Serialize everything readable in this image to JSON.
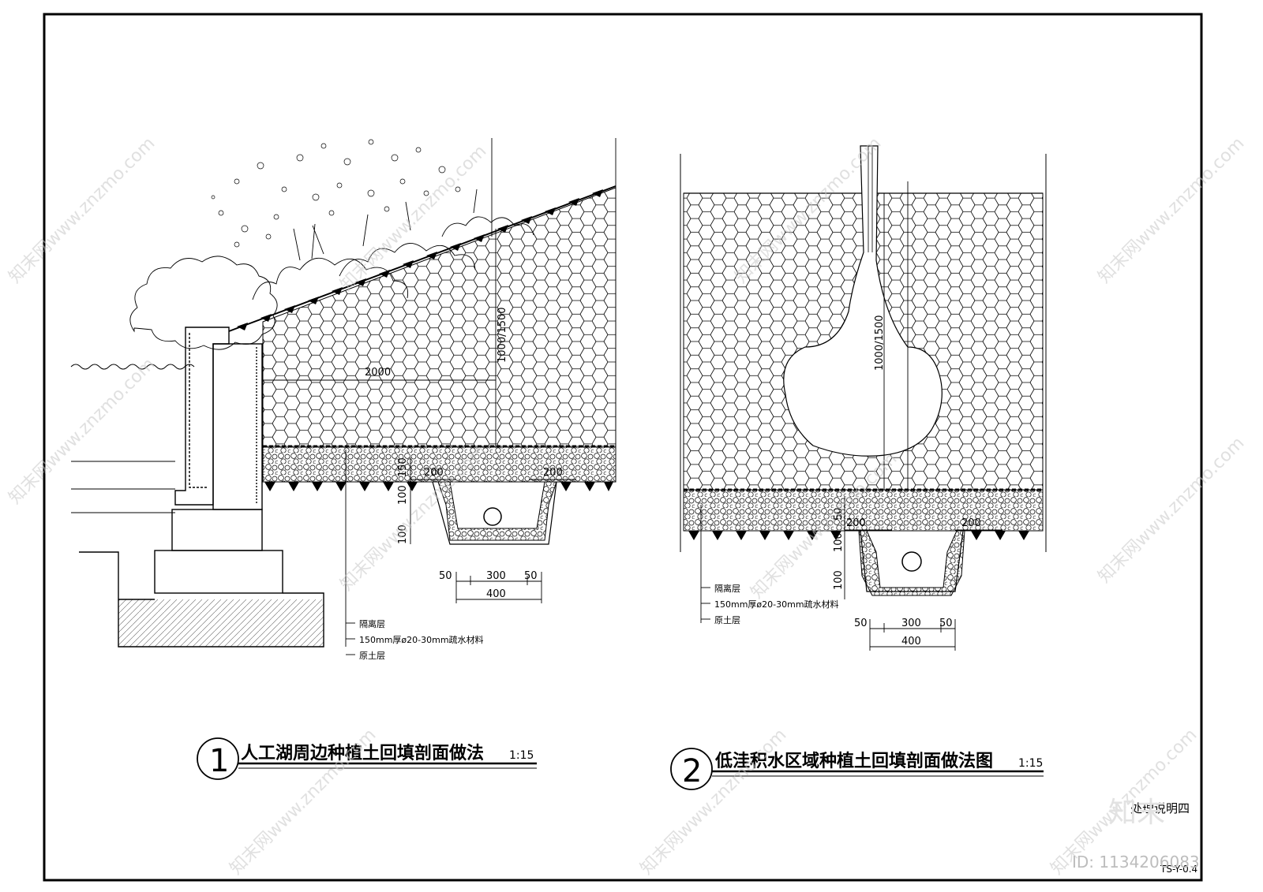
{
  "drawing_1": {
    "number": "1",
    "title": "人工湖周边种植土回填剖面做法",
    "scale": "1:15",
    "dims": {
      "width": "2000",
      "depth": "1000/1500",
      "d150": "150",
      "d100a": "100",
      "d100b": "100",
      "w200a": "200",
      "w200b": "200",
      "w50a": "50",
      "w300": "300",
      "w50b": "50",
      "w400": "400"
    },
    "notes": [
      "隔离层",
      "150mm厚ø20-30mm疏水材料",
      "原土层"
    ]
  },
  "drawing_2": {
    "number": "2",
    "title": "低洼积水区域种植土回填剖面做法图",
    "scale": "1:15",
    "dims": {
      "depth": "1000/1500",
      "d50": "50",
      "d100a": "100",
      "d100b": "100",
      "w200a": "200",
      "w200b": "200",
      "w50a": "50",
      "w300": "300",
      "w50b": "50",
      "w400": "400"
    },
    "notes": [
      "隔离层",
      "150mm厚ø20-30mm疏水材料",
      "原土层"
    ]
  },
  "sheet": {
    "note_label": "处理说明四",
    "sheet_no": "TS-Y-0.4"
  },
  "watermark": {
    "text": "知末网www.znzmo.com",
    "brand": "知末",
    "id": "ID: 1134206083"
  }
}
